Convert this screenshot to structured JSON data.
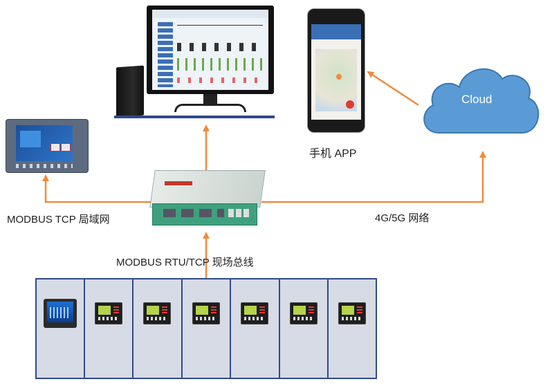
{
  "labels": {
    "phone_app": "手机 APP",
    "cloud": "Cloud",
    "lan": "MODBUS TCP 局域网",
    "wan": "4G/5G 网络",
    "fieldbus": "MODBUS RTU/TCP  现场总线"
  },
  "icons": {
    "monitor": "desktop-monitor-icon",
    "pc": "tower-pc-icon",
    "phone": "smartphone-icon",
    "cloud": "cloud-icon",
    "hmi": "hmi-panel-icon",
    "gateway": "gateway-device-icon",
    "cabinet": "switchgear-cabinet-icon"
  },
  "colors": {
    "arrow": "#f08a3c",
    "cloud_fill": "#5b9bd5",
    "cabinet_border": "#2f4a8a",
    "gateway": "#3fa07f"
  }
}
